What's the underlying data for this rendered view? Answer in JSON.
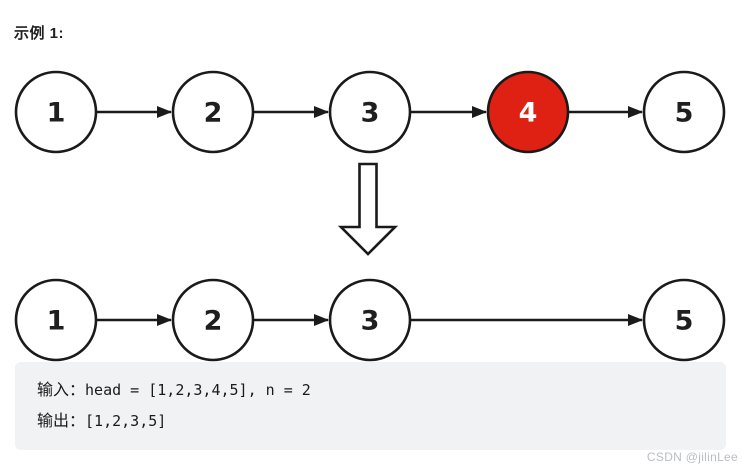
{
  "page": {
    "title": "示例 1:",
    "watermark": "CSDN @jilinLee"
  },
  "colors": {
    "highlight_node": "#de2112",
    "node_fill": "#ffffff",
    "node_stroke": "#1a1a1a",
    "node_text": "#1f1f1f",
    "node_text_highlighted": "#ffffff",
    "io_box_bg": "#f1f2f3",
    "watermark": "#b9bdc2"
  },
  "diagram": {
    "rows": [
      {
        "name": "list-before-removal",
        "nodes": [
          {
            "value": "1",
            "col": 0,
            "highlighted": false
          },
          {
            "value": "2",
            "col": 1,
            "highlighted": false
          },
          {
            "value": "3",
            "col": 2,
            "highlighted": false
          },
          {
            "value": "4",
            "col": 3,
            "highlighted": true
          },
          {
            "value": "5",
            "col": 4,
            "highlighted": false
          }
        ]
      },
      {
        "name": "list-after-removal",
        "nodes": [
          {
            "value": "1",
            "col": 0,
            "highlighted": false
          },
          {
            "value": "2",
            "col": 1,
            "highlighted": false
          },
          {
            "value": "3",
            "col": 2,
            "highlighted": false
          },
          {
            "value": "5",
            "col": 4,
            "highlighted": false
          }
        ]
      }
    ]
  },
  "io_box": {
    "input_label": "输入：",
    "input_value": "head = [1,2,3,4,5], n = 2",
    "output_label": "输出：",
    "output_value": "[1,2,3,5]"
  }
}
